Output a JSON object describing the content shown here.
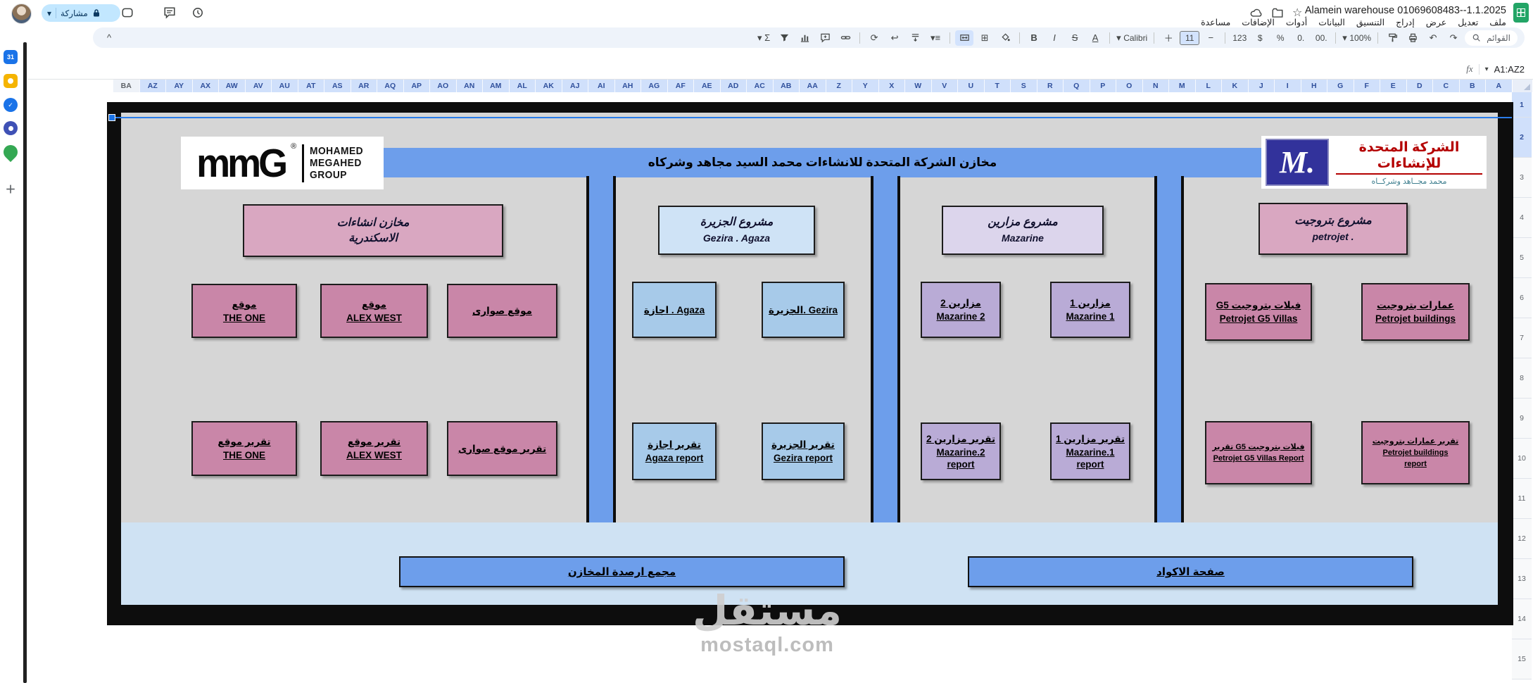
{
  "topbar": {
    "title": "Alamein warehouse 01069608483--1.1.2025",
    "share_label": "مشاركة",
    "menus": [
      "ملف",
      "تعديل",
      "عرض",
      "إدراج",
      "التنسيق",
      "البيانات",
      "أدوات",
      "الإضافات",
      "مساعدة"
    ]
  },
  "toolbar": {
    "search_label": "القوائم",
    "zoom": "100%",
    "font": "Calibri",
    "font_size": "11",
    "more_formats": "123",
    "currency": "$",
    "percent": "%",
    "decrease_decimal": ".0",
    "increase_decimal": ".00",
    "bold": "B",
    "italic": "I",
    "strikethrough": "S",
    "text_color": "A",
    "functions": "Σ",
    "collapse": "^"
  },
  "formula_bar": {
    "name_box": "A1:AZ2",
    "fx": "fx"
  },
  "grid": {
    "columns": [
      "BA",
      "AZ",
      "AY",
      "AX",
      "AW",
      "AV",
      "AU",
      "AT",
      "AS",
      "AR",
      "AQ",
      "AP",
      "AO",
      "AN",
      "AM",
      "AL",
      "AK",
      "AJ",
      "AI",
      "AH",
      "AG",
      "AF",
      "AE",
      "AD",
      "AC",
      "AB",
      "AA",
      "Z",
      "Y",
      "X",
      "W",
      "V",
      "U",
      "T",
      "S",
      "R",
      "Q",
      "P",
      "O",
      "N",
      "M",
      "L",
      "K",
      "J",
      "I",
      "H",
      "G",
      "F",
      "E",
      "D",
      "C",
      "B",
      "A"
    ],
    "rows": [
      "1",
      "2",
      "3",
      "4",
      "5",
      "6",
      "7",
      "8",
      "9",
      "10",
      "11",
      "12",
      "13",
      "14",
      "15"
    ],
    "selected_rows": [
      "1",
      "2"
    ]
  },
  "dashboard": {
    "title": "مخازن الشركة المتحدة للانشاءات محمد السيد مجاهد وشركاه",
    "logo_mmg": {
      "mark": "mmG",
      "reg": "®",
      "lines": [
        "MOHAMED",
        "MEGAHED",
        "GROUP"
      ]
    },
    "logo_united": {
      "mark": "M.",
      "title": "الشركة المتحدة للإنشاءات",
      "subtitle": "محمد مجــاهد وشركــاه"
    },
    "sections": [
      {
        "id": "alexandria",
        "theme": "pink",
        "header_lines": [
          "مخازن انشاءات",
          "الاسكندرية"
        ],
        "buttons": [
          {
            "lines": [
              "موقع",
              "THE ONE"
            ]
          },
          {
            "lines": [
              "موقع",
              "ALEX WEST"
            ]
          },
          {
            "lines": [
              "موقع صوارى"
            ]
          }
        ],
        "reports": [
          {
            "lines": [
              "تقرير موقع",
              "THE ONE"
            ]
          },
          {
            "lines": [
              "تقرير موقع",
              "ALEX WEST"
            ]
          },
          {
            "lines": [
              "تقرير موقع صوارى"
            ]
          }
        ]
      },
      {
        "id": "gezira",
        "theme": "blue",
        "header_lines": [
          "مشروع الجزيرة",
          "Gezira . Agaza"
        ],
        "buttons": [
          {
            "lines": [
              "اجازة . Agaza"
            ]
          },
          {
            "lines": [
              "الجزيرة. Gezira"
            ]
          }
        ],
        "reports": [
          {
            "lines": [
              "تقرير اجازة",
              "Agaza report"
            ]
          },
          {
            "lines": [
              "تقرير الجزيرة",
              "Gezira report"
            ]
          }
        ]
      },
      {
        "id": "mazarine",
        "theme": "purple",
        "header_lines": [
          "مشروع مزارين",
          "Mazarine"
        ],
        "buttons": [
          {
            "lines": [
              "مزارين 2",
              "Mazarine 2"
            ]
          },
          {
            "lines": [
              "مزارين 1",
              "Mazarine 1"
            ]
          }
        ],
        "reports": [
          {
            "lines": [
              "تقرير مزارين 2",
              "Mazarine.2 report"
            ]
          },
          {
            "lines": [
              "تقرير مزارين 1",
              "Mazarine.1 report"
            ]
          }
        ]
      },
      {
        "id": "petrojet",
        "theme": "pink",
        "header_lines": [
          "مشروع بتروجيت",
          "petrojet ."
        ],
        "buttons": [
          {
            "lines": [
              "G5 فيلات بتروجيت",
              "Petrojet G5 Villas"
            ]
          },
          {
            "lines": [
              "عمارات بتروجيت",
              "Petrojet buildings"
            ]
          }
        ],
        "reports": [
          {
            "lines": [
              "تقرير G5 فيلات بتروجيت",
              "Petrojet G5 Villas Report"
            ]
          },
          {
            "lines": [
              "تقرير عمارات بتروجيت",
              "Petrojet buildings",
              "report"
            ]
          }
        ]
      }
    ],
    "footer_buttons": [
      "مجمع ارصدة المخازن",
      "صفحة الاكواد"
    ]
  },
  "watermark": {
    "line1": "مستقل",
    "line2": "mostaql.com"
  },
  "colors": {
    "band_blue": "#6d9eeb",
    "footer_strip": "#cfe2f3",
    "frame_black": "#0d0d0d",
    "gray_canvas": "#d6d6d6",
    "pink_header": "#d9a7c1",
    "pink_button": "#c986a8",
    "blue_header": "#cfe3f6",
    "blue_button": "#a7cae9",
    "purple_header": "#dcd5ec",
    "purple_button": "#b9abd6",
    "selection": "#1a73e8",
    "share_pill": "#c2e7ff",
    "header_fill": "#d0e0fb"
  }
}
